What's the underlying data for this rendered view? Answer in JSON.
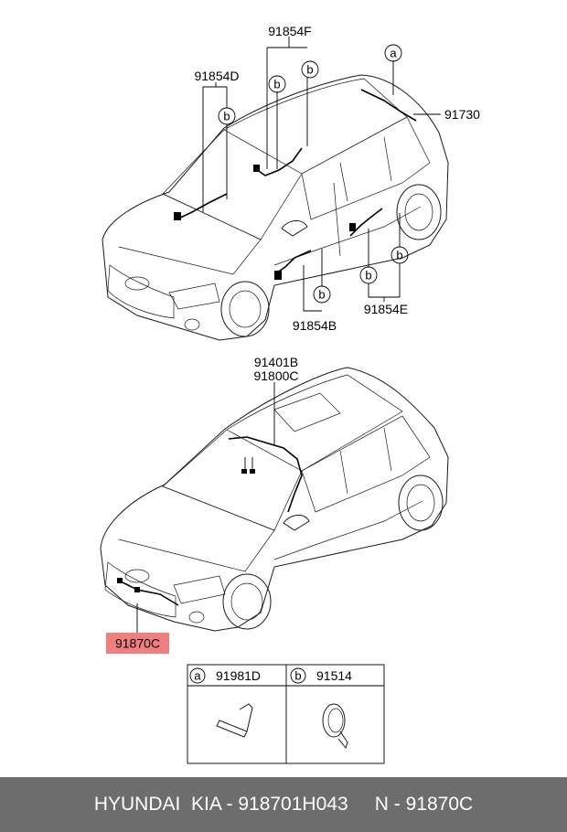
{
  "parts": {
    "p91854F": "91854F",
    "p91854D": "91854D",
    "p91730": "91730",
    "p91854B": "91854B",
    "p91854E": "91854E",
    "p91401B": "91401B",
    "p91800C": "91800C",
    "p91870C": "91870C"
  },
  "callouts": {
    "a": "a",
    "b": "b"
  },
  "legend": {
    "a_letter": "a",
    "a_part": "91981D",
    "b_letter": "b",
    "b_part": "91514"
  },
  "highlight_color": "#f08080",
  "footer": {
    "brand": "HYUNDAI  KIA",
    "part_number": "918701H043",
    "ref": "N - 91870C",
    "text": "HYUNDAI  KIA - 918701H043     N - 91870C"
  }
}
